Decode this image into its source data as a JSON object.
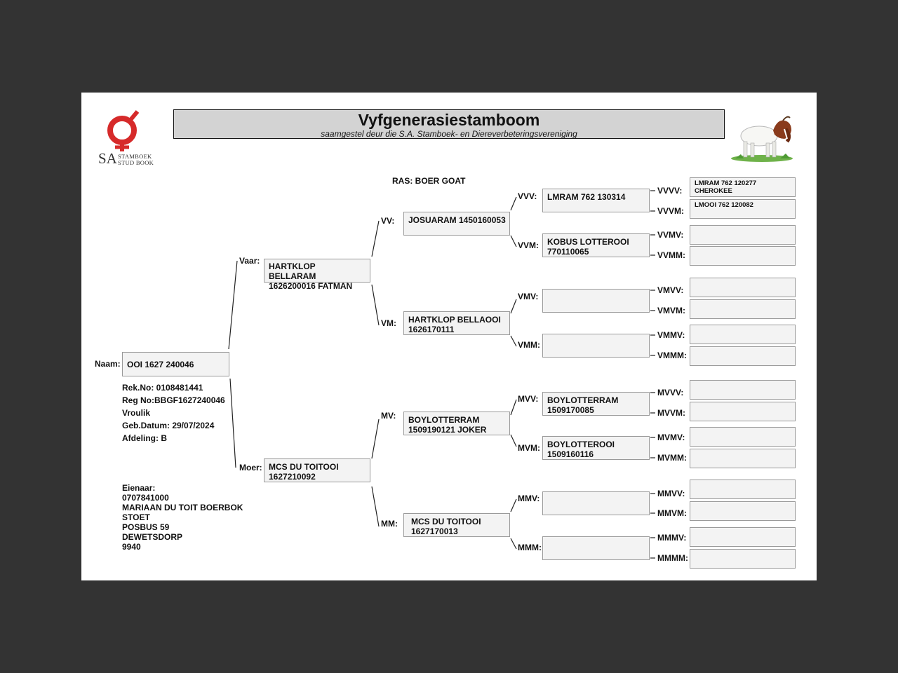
{
  "header": {
    "title": "Vyfgenerasiestamboom",
    "subtitle": "saamgestel deur die S.A. Stamboek- en Diereverbeteringsvereniging",
    "logo": {
      "sa": "SA",
      "line1": "STAMBOEK",
      "line2": "STUD BOOK"
    }
  },
  "ras": "RAS: BOER GOAT",
  "animal": {
    "naam_label": "Naam:",
    "naam": "OOI 1627 240046",
    "rek_no": "Rek.No: 0108481441",
    "reg_no": "Reg No:BBGF1627240046",
    "sex": "Vroulik",
    "geb_datum": "Geb.Datum: 29/07/2024",
    "afdeling": "Afdeling: B"
  },
  "owner": {
    "label": "Eienaar:",
    "lines": "0707841000\nMARIAAN DU TOIT BOERBOK\nSTOET\nPOSBUS 59\nDEWETSDORP\n9940"
  },
  "gen1": {
    "vaar": {
      "label": "Vaar:",
      "name": "HARTKLOP\nBELLARAM\n1626200016 FATMAN"
    },
    "moer": {
      "label": "Moer:",
      "name": "MCS DU TOITOOI\n1627210092"
    }
  },
  "gen2": {
    "vv": {
      "label": "VV:",
      "name": "JOSUARAM 1450160053"
    },
    "vm": {
      "label": "VM:",
      "name": "HARTKLOP BELLAOOI\n1626170111"
    },
    "mv": {
      "label": "MV:",
      "name": "BOYLOTTERRAM\n1509190121 JOKER"
    },
    "mm": {
      "label": "MM:",
      "name": "MCS DU TOITOOI\n1627170013"
    }
  },
  "gen3": {
    "vvv": {
      "label": "VVV:",
      "name": "LMRAM 762 130314"
    },
    "vvm": {
      "label": "VVM:",
      "name": "KOBUS LOTTEROOI\n770110065"
    },
    "vmv": {
      "label": "VMV:",
      "name": ""
    },
    "vmm": {
      "label": "VMM:",
      "name": ""
    },
    "mvv": {
      "label": "MVV:",
      "name": "BOYLOTTERRAM\n1509170085"
    },
    "mvm": {
      "label": "MVM:",
      "name": "BOYLOTTEROOI\n1509160116"
    },
    "mmv": {
      "label": "MMV:",
      "name": ""
    },
    "mmm": {
      "label": "MMM:",
      "name": ""
    }
  },
  "gen4": {
    "vvvv": {
      "label": "VVVV:",
      "name": "LMRAM 762 120277\nCHEROKEE"
    },
    "vvvm": {
      "label": "VVVM:",
      "name": "LMOOI 762 120082"
    },
    "vvmv": {
      "label": "VVMV:",
      "name": ""
    },
    "vvmm": {
      "label": "VVMM:",
      "name": ""
    },
    "vmvv": {
      "label": "VMVV:",
      "name": ""
    },
    "vmvm": {
      "label": "VMVM:",
      "name": ""
    },
    "vmmv": {
      "label": "VMMV:",
      "name": ""
    },
    "vmmm": {
      "label": "VMMM:",
      "name": ""
    },
    "mvvv": {
      "label": "MVVV:",
      "name": ""
    },
    "mvvm": {
      "label": "MVVM:",
      "name": ""
    },
    "mvmv": {
      "label": "MVMV:",
      "name": ""
    },
    "mvmm": {
      "label": "MVMM:",
      "name": ""
    },
    "mmvv": {
      "label": "MMVV:",
      "name": ""
    },
    "mmvm": {
      "label": "MMVM:",
      "name": ""
    },
    "mmmv": {
      "label": "MMMV:",
      "name": ""
    },
    "mmmm": {
      "label": "MMMM:",
      "name": ""
    }
  },
  "colors": {
    "logo_red": "#d62a2a",
    "box_fill": "#f3f3f3",
    "title_fill": "#d3d3d3",
    "backdrop": "#333333"
  }
}
